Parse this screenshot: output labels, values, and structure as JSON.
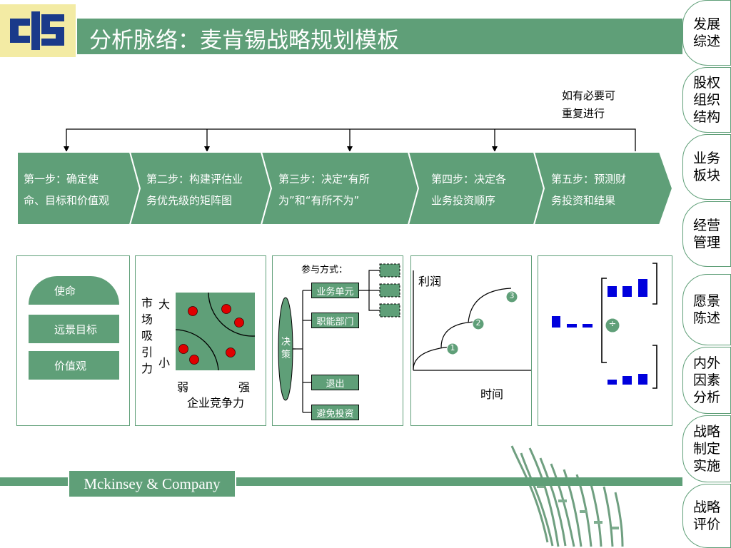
{
  "title": "分析脉络：麦肯锡战略规划模板",
  "side_nav": [
    {
      "label": "发展综述"
    },
    {
      "label": "股权组织结构"
    },
    {
      "label": "业务板块"
    },
    {
      "label": "经营管理"
    },
    {
      "label": "愿景陈述"
    },
    {
      "label": "内外因素分析"
    },
    {
      "label": "战略制定实施"
    },
    {
      "label": "战略评价"
    }
  ],
  "repeat_note_line1": "如有必要可",
  "repeat_note_line2": "重复进行",
  "steps": [
    {
      "line1": "第一步：确定使",
      "line2": "命、目标和价值观"
    },
    {
      "line1": "第二步：构建评估业",
      "line2": "务优先级的矩阵图"
    },
    {
      "line1": "第三步：决定“有所",
      "line2": "为”和“有所不为”"
    },
    {
      "line1": "第四步：决定各",
      "line2": "业务投资顺序"
    },
    {
      "line1": "第五步：预测财",
      "line2": "务投资和结果"
    }
  ],
  "panel1": {
    "mission": "使命",
    "vision": "远景目标",
    "values": "价值观"
  },
  "panel2": {
    "y_label_chars": [
      "市",
      "场",
      "吸",
      "引",
      "力"
    ],
    "y_high": "大",
    "y_low": "小",
    "x_low": "弱",
    "x_high": "强",
    "x_label": "企业竞争力"
  },
  "panel3": {
    "header": "参与方式：",
    "decision": "决策",
    "options": [
      "业务单元",
      "职能部门",
      "退出",
      "避免投资"
    ]
  },
  "panel4": {
    "y_label": "利润",
    "x_label": "时间",
    "stages": [
      "1",
      "2",
      "3"
    ]
  },
  "panel5": {
    "divide_symbol": "÷"
  },
  "footer": {
    "company": "Mckinsey & Company"
  },
  "colors": {
    "primary_green": "#5f9f78",
    "dot_red": "#e00000",
    "bar_blue": "#0000dd",
    "logo_bg": "#f3eba4",
    "logo_blue": "#1a3a8a"
  }
}
